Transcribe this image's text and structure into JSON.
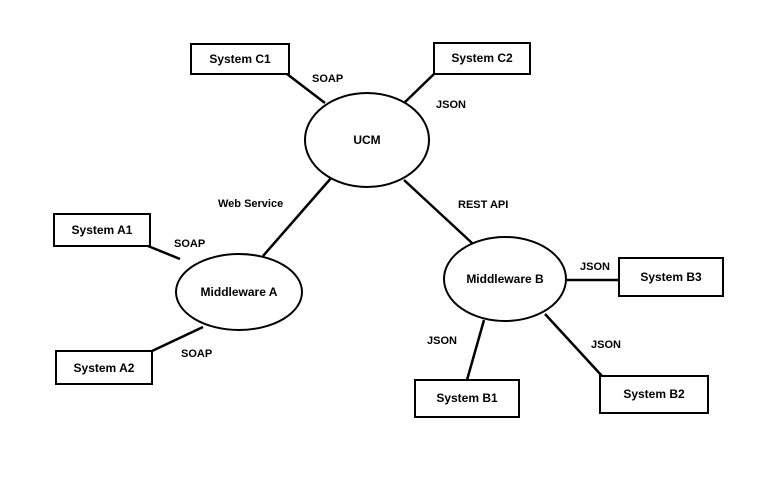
{
  "diagram": {
    "hubs": {
      "ucm": "UCM",
      "middleware_a": "Middleware A",
      "middleware_b": "Middleware B"
    },
    "systems": {
      "c1": "System C1",
      "c2": "System C2",
      "a1": "System A1",
      "a2": "System A2",
      "b1": "System B1",
      "b2": "System B2",
      "b3": "System B3"
    },
    "links": {
      "c1_ucm": "SOAP",
      "c2_ucm": "JSON",
      "ucm_mwa": "Web Service",
      "ucm_mwb": "REST API",
      "a1_mwa": "SOAP",
      "a2_mwa": "SOAP",
      "b3_mwb": "JSON",
      "b1_mwb": "JSON",
      "b2_mwb": "JSON"
    }
  }
}
